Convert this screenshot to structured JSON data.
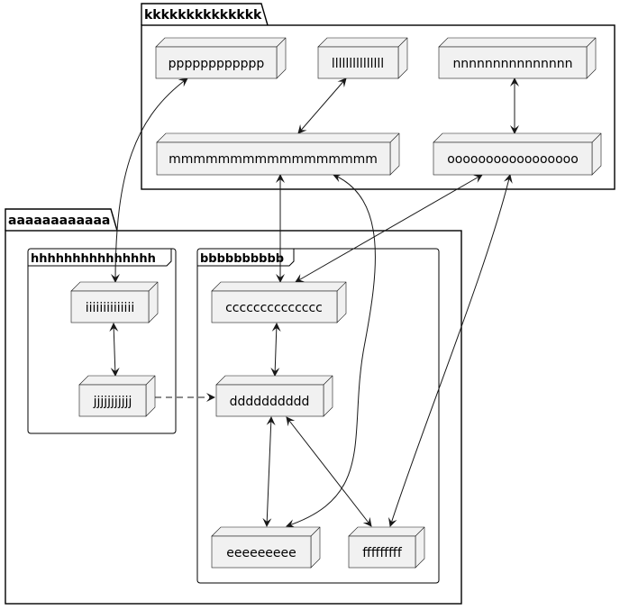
{
  "diagram": {
    "packages": {
      "k": "kkkkkkkkkkkkkk",
      "a": "aaaaaaaaaaaa"
    },
    "frames": {
      "h": "hhhhhhhhhhhhhhh",
      "b": "bbbbbbbbbb"
    },
    "nodes": {
      "p": "pppppppppppp",
      "l": "lllllllllllllll",
      "n": "nnnnnnnnnnnnnnn",
      "m": "mmmmmmmmmmmmmmmmm",
      "o": "ooooooooooooooooo",
      "i": "iiiiiiiiiiiiii",
      "j": "jjjjjjjjjjj",
      "c": "cccccccccccccc",
      "d": "dddddddddd",
      "e": "eeeeeeeee",
      "f": "fffffffff"
    }
  }
}
